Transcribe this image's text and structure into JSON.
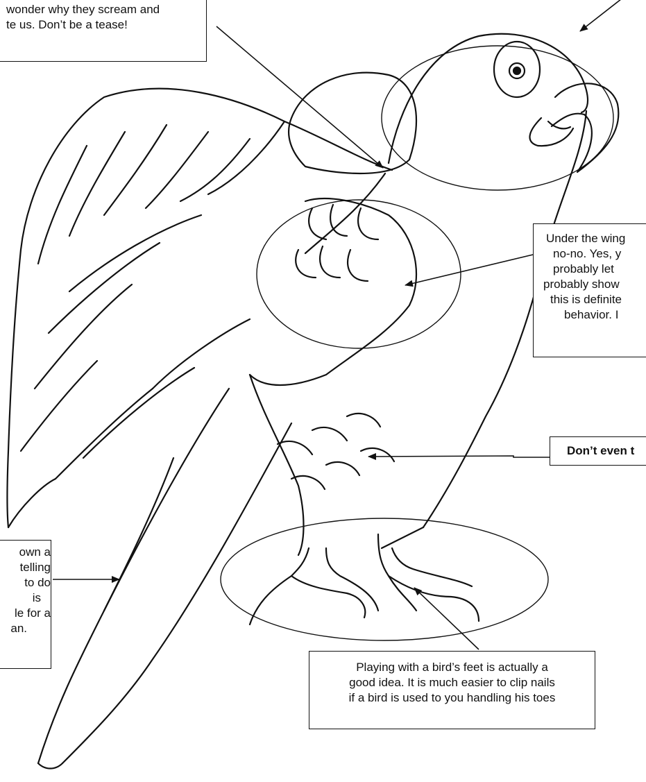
{
  "diagram": {
    "line_color": "#111111",
    "background": "#ffffff",
    "callouts": {
      "tease": {
        "lines": [
          "wonder why they scream and",
          "te us.  Don’t be a tease!"
        ]
      },
      "underwing": {
        "lines": [
          "Under the wing",
          "no-no.  Yes, y",
          "probably let",
          "probably show",
          "this is definite",
          "behavior.  I"
        ]
      },
      "dont": {
        "text": "Don’t even t"
      },
      "tail": {
        "lines": [
          "own a",
          "telling",
          "to do",
          "is",
          "le for a",
          "an."
        ]
      },
      "feet": {
        "lines": [
          "Playing with a bird’s feet is actually a",
          "good idea.  It is much easier to clip nails",
          "if a bird is used to you handling his toes"
        ]
      }
    }
  }
}
